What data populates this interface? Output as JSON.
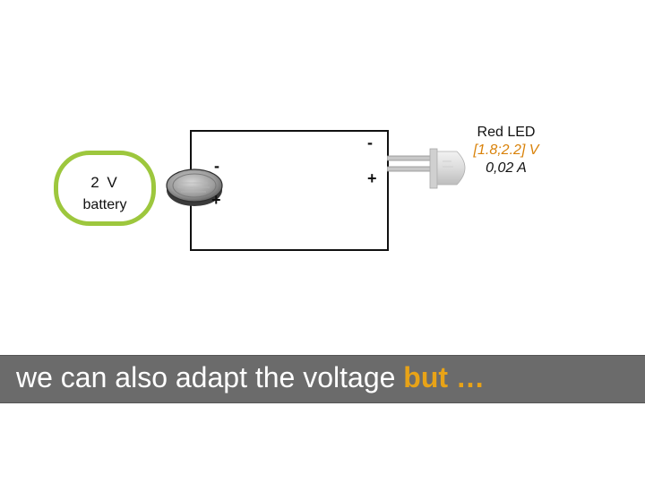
{
  "battery": {
    "voltage": "2 V",
    "name": "battery",
    "callout_color": "#9dc73d"
  },
  "battery_terminals": {
    "minus": "-",
    "plus": "+"
  },
  "led_terminals": {
    "minus": "-",
    "plus": "+"
  },
  "led": {
    "name": "Red LED",
    "voltage_range": "[1.8;2.2] V",
    "current": "0,02 A",
    "range_color": "#d9820a"
  },
  "banner": {
    "text": "we can also adapt the voltage",
    "accent": "but …",
    "background": "#6b6b6b",
    "accent_color": "#e8a317"
  }
}
